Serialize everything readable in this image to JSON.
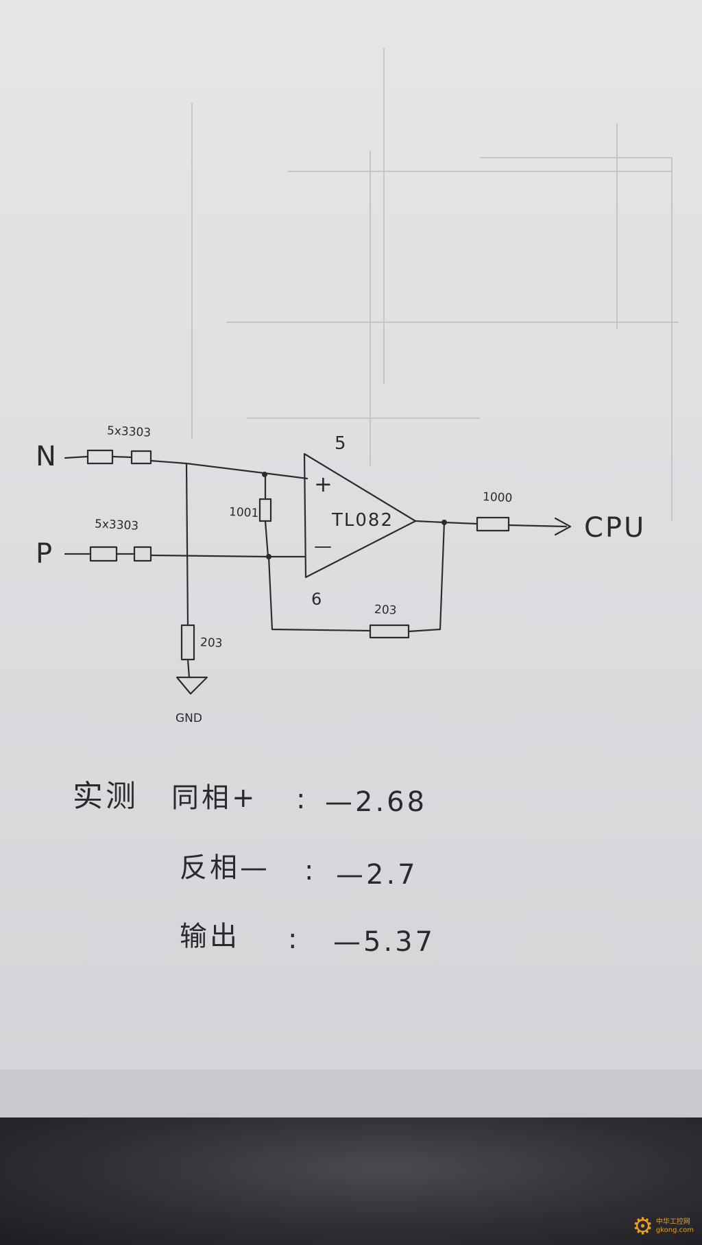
{
  "labels": {
    "input_n": "N",
    "input_p": "P",
    "r_in_n": "5x3303",
    "r_in_p": "5x3303",
    "r_mid": "1001",
    "r_gnd": "203",
    "gnd": "GND",
    "pin_top": "5",
    "pin_bottom": "6",
    "plus": "+",
    "minus": "—",
    "opamp": "TL082",
    "r_fb": "203",
    "r_out": "1000",
    "output": "CPU"
  },
  "measurements": {
    "heading": "实测",
    "rows": [
      {
        "label": "同相+",
        "sep": ":",
        "value": "—2.68"
      },
      {
        "label": "反相—",
        "sep": ":",
        "value": "—2.7"
      },
      {
        "label": "输出",
        "sep": ":",
        "value": "—5.37"
      }
    ]
  },
  "watermark": {
    "text": "中华工控网",
    "url": "gkong.com"
  },
  "colors": {
    "ink": "#2c2c30",
    "paper": "#e2e2e5",
    "watermark": "#e8a022"
  }
}
